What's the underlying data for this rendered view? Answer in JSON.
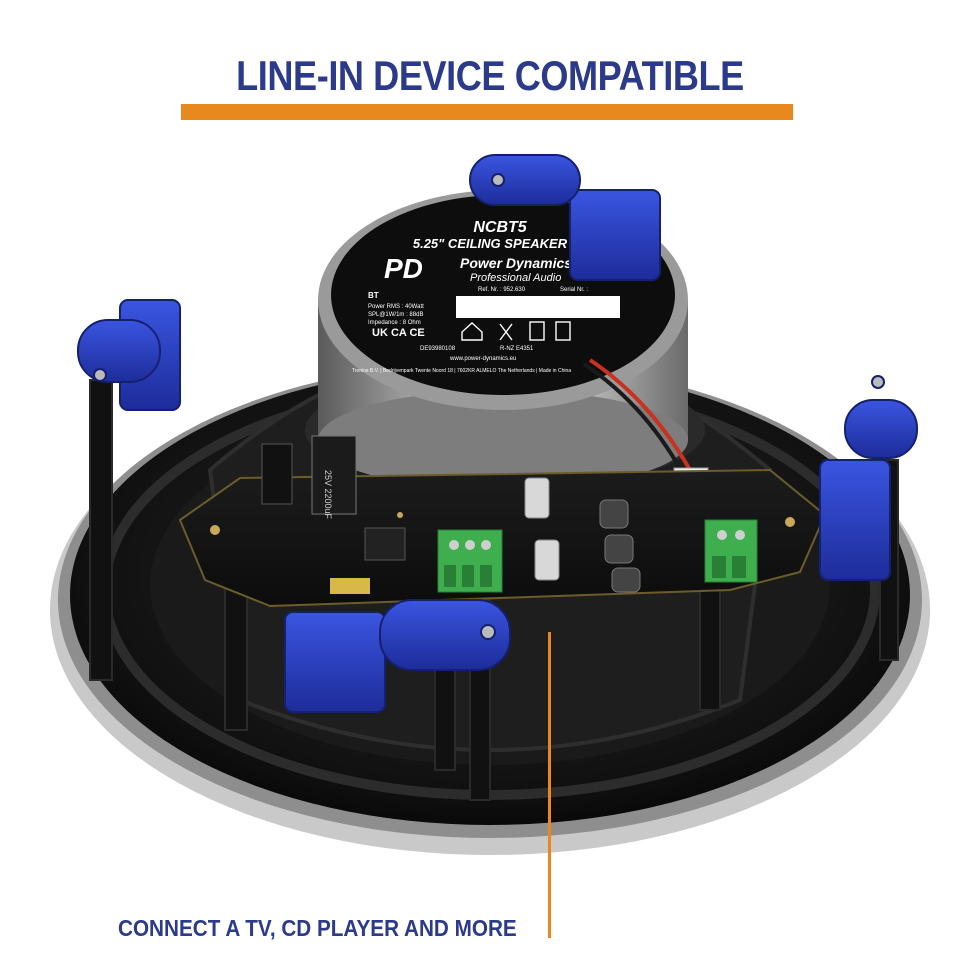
{
  "headline": "LINE-IN DEVICE COMPATIBLE",
  "caption": "CONNECT A TV, CD PLAYER AND MORE",
  "speaker_label": {
    "model": "NCBT5",
    "type": "5.25\" CEILING SPEAKER",
    "brand": "Power Dynamics",
    "brand_sub": "Professional Audio",
    "logo": "PD",
    "bt": "BT",
    "spec_power": "Power RMS : 40Watt",
    "spec_spl": "SPL@1W/1m : 88dB",
    "spec_impedance": "Impedance : 8 Ohm",
    "ref_label": "Ref. Nr. : 952.630",
    "serial_label": "Serial Nr. :",
    "marks": "UK CA  CE",
    "de_code": "DE93980108",
    "rnz_code": "R-NZ E4351",
    "website": "www.power-dynamics.eu",
    "address": "Tronios B.V. | Bedrijvenpark Twente Noord 18 | 7602KR ALMELO The Netherlands | Made in China"
  },
  "capacitor_text": "25V 2200uF",
  "colors": {
    "headline": "#2b3a8a",
    "accent": "#e8891f",
    "clip_blue": "#2a3fc6",
    "terminal_green": "#3fae4f",
    "frame_black": "#141414"
  }
}
